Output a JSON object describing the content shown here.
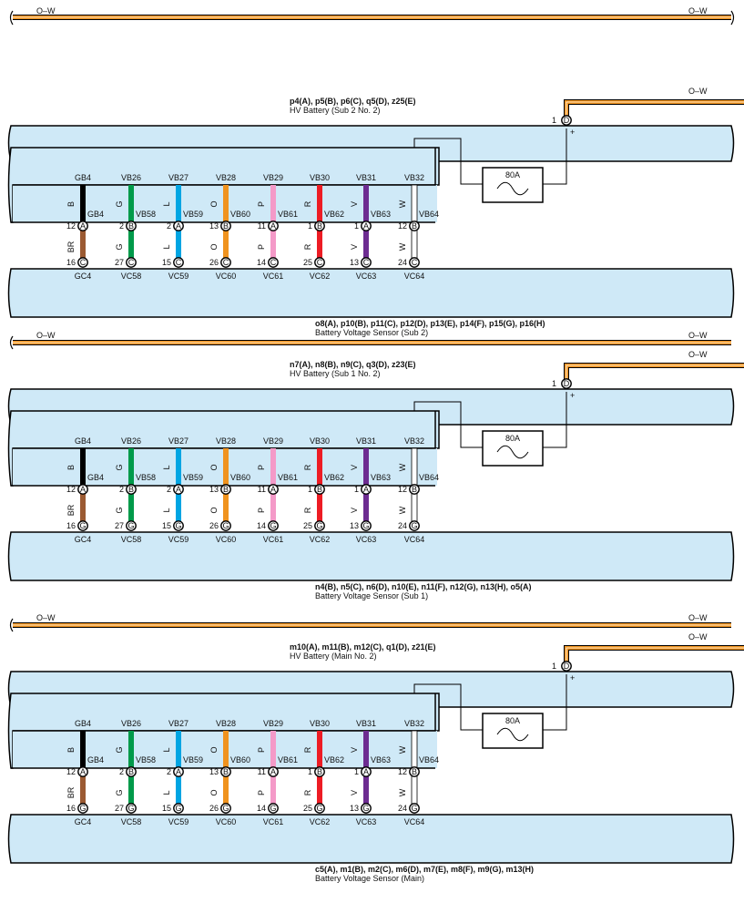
{
  "colors": {
    "panel": "#cfe9f7",
    "outline": "#000000",
    "ow_orange": "#f0931e",
    "B": "#000000",
    "G": "#009a4a",
    "L": "#00a5e3",
    "O": "#f0931e",
    "P": "#f49ac8",
    "R": "#ed1c24",
    "V": "#6d2c91",
    "W": "#ffffff",
    "BR": "#9b5a32"
  },
  "wire_label": "O–W",
  "fuse_label": "80A",
  "plus_sign": "+",
  "fuse_pin": {
    "num": "1",
    "letter": "D"
  },
  "sections": [
    {
      "battery_codes": "p4(A), p5(B), p6(C), q5(D), z25(E)",
      "battery_name": "HV Battery (Sub 2 No.  2)",
      "sensor_codes": "o8(A), p10(B), p11(C), p12(D), p13(E), p14(F), p15(G), p16(H)",
      "sensor_name": "Battery Voltage Sensor (Sub 2)",
      "wires": [
        {
          "top": "GB4",
          "side": "GB4",
          "c1": "B",
          "pin1": "12",
          "let1": "A",
          "c2": "BR",
          "pin2": "16",
          "let2": "C",
          "bottom": "GC4"
        },
        {
          "top": "VB26",
          "side": "VB58",
          "c1": "G",
          "pin1": "2",
          "let1": "B",
          "c2": "G",
          "pin2": "27",
          "let2": "C",
          "bottom": "VC58"
        },
        {
          "top": "VB27",
          "side": "VB59",
          "c1": "L",
          "pin1": "2",
          "let1": "A",
          "c2": "L",
          "pin2": "15",
          "let2": "C",
          "bottom": "VC59"
        },
        {
          "top": "VB28",
          "side": "VB60",
          "c1": "O",
          "pin1": "13",
          "let1": "B",
          "c2": "O",
          "pin2": "26",
          "let2": "C",
          "bottom": "VC60"
        },
        {
          "top": "VB29",
          "side": "VB61",
          "c1": "P",
          "pin1": "11",
          "let1": "A",
          "c2": "P",
          "pin2": "14",
          "let2": "C",
          "bottom": "VC61"
        },
        {
          "top": "VB30",
          "side": "VB62",
          "c1": "R",
          "pin1": "1",
          "let1": "B",
          "c2": "R",
          "pin2": "25",
          "let2": "C",
          "bottom": "VC62"
        },
        {
          "top": "VB31",
          "side": "VB63",
          "c1": "V",
          "pin1": "1",
          "let1": "A",
          "c2": "V",
          "pin2": "13",
          "let2": "C",
          "bottom": "VC63"
        },
        {
          "top": "VB32",
          "side": "VB64",
          "c1": "W",
          "pin1": "12",
          "let1": "B",
          "c2": "W",
          "pin2": "24",
          "let2": "C",
          "bottom": "VC64"
        }
      ]
    },
    {
      "battery_codes": "n7(A), n8(B), n9(C), q3(D), z23(E)",
      "battery_name": "HV Battery (Sub 1 No.  2)",
      "sensor_codes": "n4(B), n5(C), n6(D), n10(E), n11(F), n12(G), n13(H), o5(A)",
      "sensor_name": "Battery Voltage Sensor (Sub 1)",
      "wires": [
        {
          "top": "GB4",
          "side": "GB4",
          "c1": "B",
          "pin1": "12",
          "let1": "A",
          "c2": "BR",
          "pin2": "16",
          "let2": "G",
          "bottom": "GC4"
        },
        {
          "top": "VB26",
          "side": "VB58",
          "c1": "G",
          "pin1": "2",
          "let1": "B",
          "c2": "G",
          "pin2": "27",
          "let2": "G",
          "bottom": "VC58"
        },
        {
          "top": "VB27",
          "side": "VB59",
          "c1": "L",
          "pin1": "2",
          "let1": "A",
          "c2": "L",
          "pin2": "15",
          "let2": "G",
          "bottom": "VC59"
        },
        {
          "top": "VB28",
          "side": "VB60",
          "c1": "O",
          "pin1": "13",
          "let1": "B",
          "c2": "O",
          "pin2": "26",
          "let2": "G",
          "bottom": "VC60"
        },
        {
          "top": "VB29",
          "side": "VB61",
          "c1": "P",
          "pin1": "11",
          "let1": "A",
          "c2": "P",
          "pin2": "14",
          "let2": "G",
          "bottom": "VC61"
        },
        {
          "top": "VB30",
          "side": "VB62",
          "c1": "R",
          "pin1": "1",
          "let1": "B",
          "c2": "R",
          "pin2": "25",
          "let2": "G",
          "bottom": "VC62"
        },
        {
          "top": "VB31",
          "side": "VB63",
          "c1": "V",
          "pin1": "1",
          "let1": "A",
          "c2": "V",
          "pin2": "13",
          "let2": "G",
          "bottom": "VC63"
        },
        {
          "top": "VB32",
          "side": "VB64",
          "c1": "W",
          "pin1": "12",
          "let1": "B",
          "c2": "W",
          "pin2": "24",
          "let2": "G",
          "bottom": "VC64"
        }
      ]
    },
    {
      "battery_codes": "m10(A), m11(B), m12(C), q1(D), z21(E)",
      "battery_name": "HV Battery (Main No.  2)",
      "sensor_codes": "c5(A), m1(B), m2(C), m6(D), m7(E), m8(F), m9(G), m13(H)",
      "sensor_name": "Battery Voltage Sensor (Main)",
      "wires": [
        {
          "top": "GB4",
          "side": "GB4",
          "c1": "B",
          "pin1": "12",
          "let1": "A",
          "c2": "BR",
          "pin2": "16",
          "let2": "G",
          "bottom": "GC4"
        },
        {
          "top": "VB26",
          "side": "VB58",
          "c1": "G",
          "pin1": "2",
          "let1": "B",
          "c2": "G",
          "pin2": "27",
          "let2": "G",
          "bottom": "VC58"
        },
        {
          "top": "VB27",
          "side": "VB59",
          "c1": "L",
          "pin1": "2",
          "let1": "A",
          "c2": "L",
          "pin2": "15",
          "let2": "G",
          "bottom": "VC59"
        },
        {
          "top": "VB28",
          "side": "VB60",
          "c1": "O",
          "pin1": "13",
          "let1": "B",
          "c2": "O",
          "pin2": "26",
          "let2": "G",
          "bottom": "VC60"
        },
        {
          "top": "VB29",
          "side": "VB61",
          "c1": "P",
          "pin1": "11",
          "let1": "A",
          "c2": "P",
          "pin2": "14",
          "let2": "G",
          "bottom": "VC61"
        },
        {
          "top": "VB30",
          "side": "VB62",
          "c1": "R",
          "pin1": "1",
          "let1": "B",
          "c2": "R",
          "pin2": "25",
          "let2": "G",
          "bottom": "VC62"
        },
        {
          "top": "VB31",
          "side": "VB63",
          "c1": "V",
          "pin1": "1",
          "let1": "A",
          "c2": "V",
          "pin2": "13",
          "let2": "G",
          "bottom": "VC63"
        },
        {
          "top": "VB32",
          "side": "VB64",
          "c1": "W",
          "pin1": "12",
          "let1": "B",
          "c2": "W",
          "pin2": "24",
          "let2": "G",
          "bottom": "VC64"
        }
      ]
    }
  ]
}
